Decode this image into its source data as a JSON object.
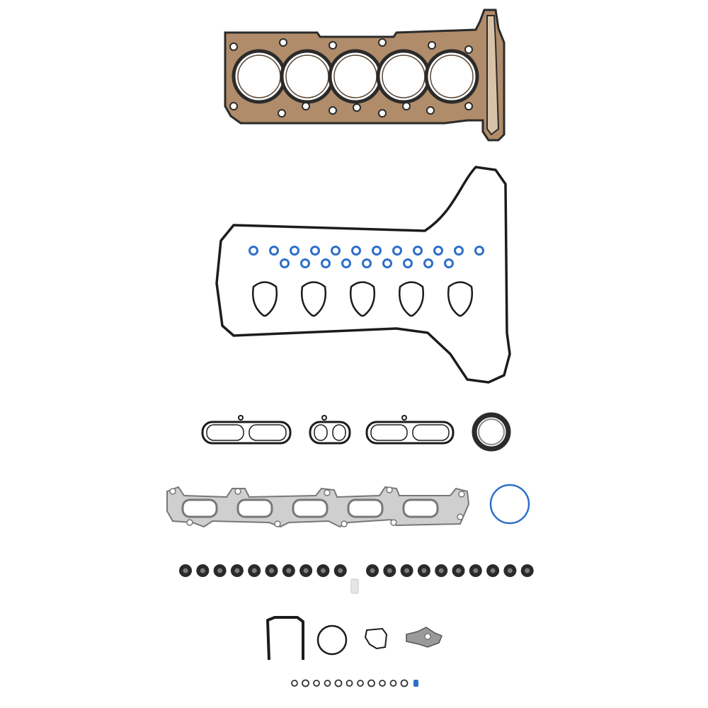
{
  "colors": {
    "background": "#ffffff",
    "head_gasket_fill": "#b08c6a",
    "head_gasket_edge": "#2b2b2b",
    "rubber_black": "#1c1c1c",
    "seal_blue": "#2f6fc9",
    "exhaust_metal": "#cfcfcf",
    "exhaust_edge": "#777777",
    "valve_seal_body": "#2a2a2a"
  },
  "parts": {
    "cylinder_bores": 5,
    "spark_plug_tube_seals_upper": 12,
    "spark_plug_tube_seals_lower": 9,
    "valve_cover_lobes": 5,
    "intake_gaskets": 3,
    "exhaust_ports": 5,
    "valve_stem_seals_left": 10,
    "valve_stem_seals_right": 10,
    "small_o_rings": 11
  }
}
